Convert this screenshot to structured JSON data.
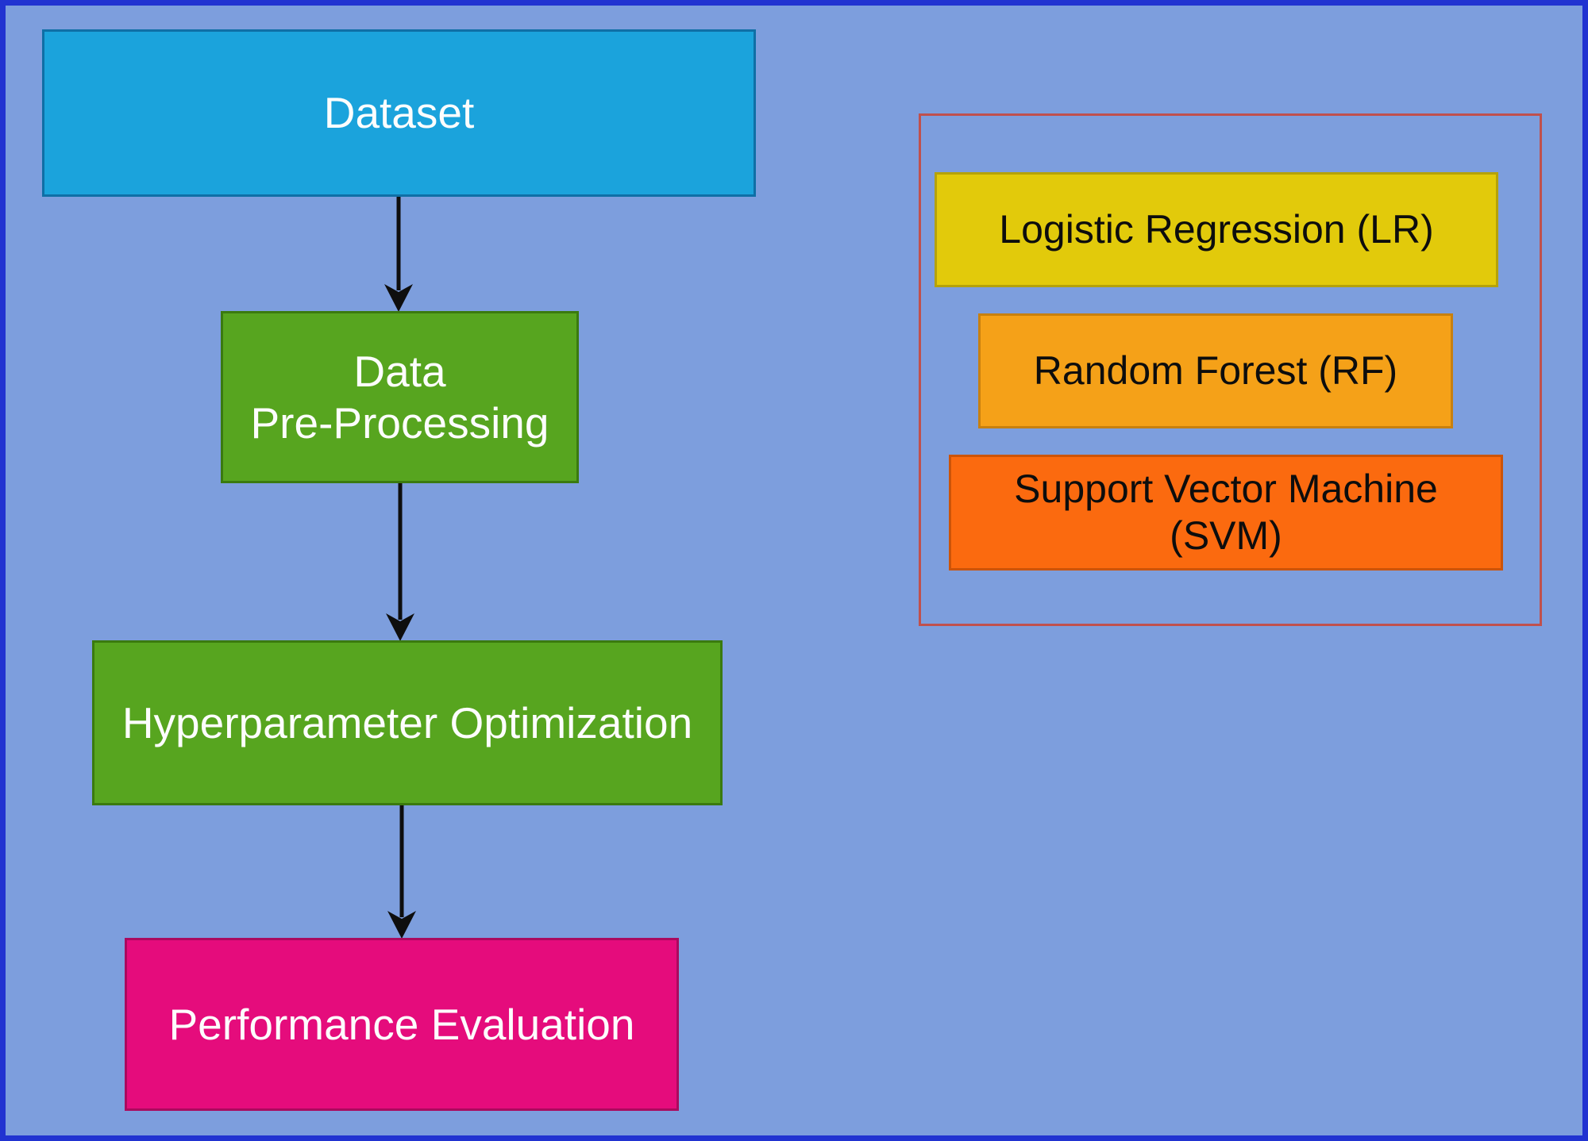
{
  "background": {
    "fill": "#7d9edd",
    "frame_border": "#2133d1"
  },
  "flow": {
    "dataset": {
      "label": "Dataset",
      "fill": "#1ba3dc",
      "border": "#0f6fa6",
      "text_color": "#ffffff"
    },
    "preprocessing": {
      "label": "Data\nPre-Processing",
      "fill": "#57a51f",
      "border": "#3a7a0f",
      "text_color": "#ffffff"
    },
    "hyperparameter": {
      "label": "Hyperparameter Optimization",
      "fill": "#57a51f",
      "border": "#3a7a0f",
      "text_color": "#ffffff"
    },
    "evaluation": {
      "label": "Performance Evaluation",
      "fill": "#e50c7c",
      "border": "#aa0a5e",
      "text_color": "#ffffff"
    }
  },
  "models": {
    "container_border": "#c0504d",
    "items": [
      {
        "label": "Logistic Regression (LR)",
        "fill": "#e2ca0b",
        "border": "#b5a209",
        "text_color": "#0d0d0d"
      },
      {
        "label": "Random Forest (RF)",
        "fill": "#f5a118",
        "border": "#c8800e",
        "text_color": "#0d0d0d"
      },
      {
        "label": "Support Vector Machine\n(SVM)",
        "fill": "#fb6a0f",
        "border": "#cc5408",
        "text_color": "#0d0d0d"
      }
    ]
  },
  "arrows": {
    "color": "#0e0e0e"
  }
}
